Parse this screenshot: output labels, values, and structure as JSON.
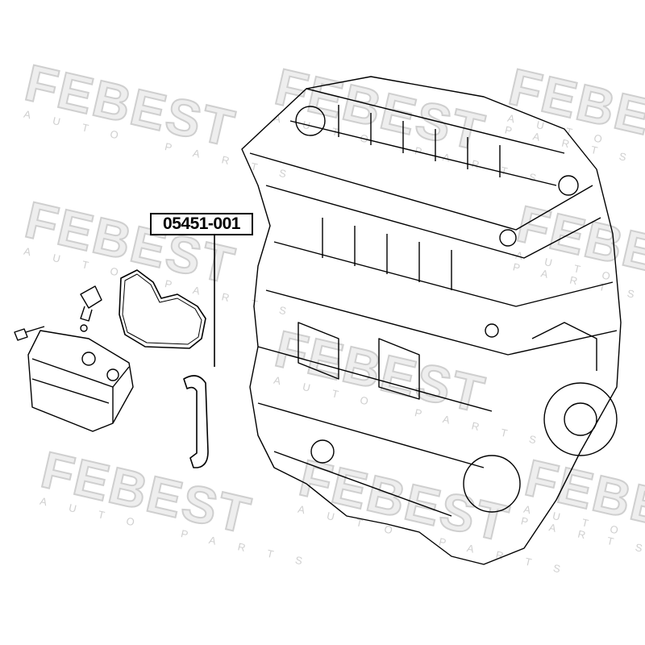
{
  "watermark": {
    "brand": "FEBEST",
    "sub": "AUTO PARTS"
  },
  "callouts": [
    {
      "part_number": "05451-001"
    }
  ],
  "colors": {
    "line": "#000000",
    "watermark": "#e4e4e4",
    "background": "#ffffff"
  }
}
